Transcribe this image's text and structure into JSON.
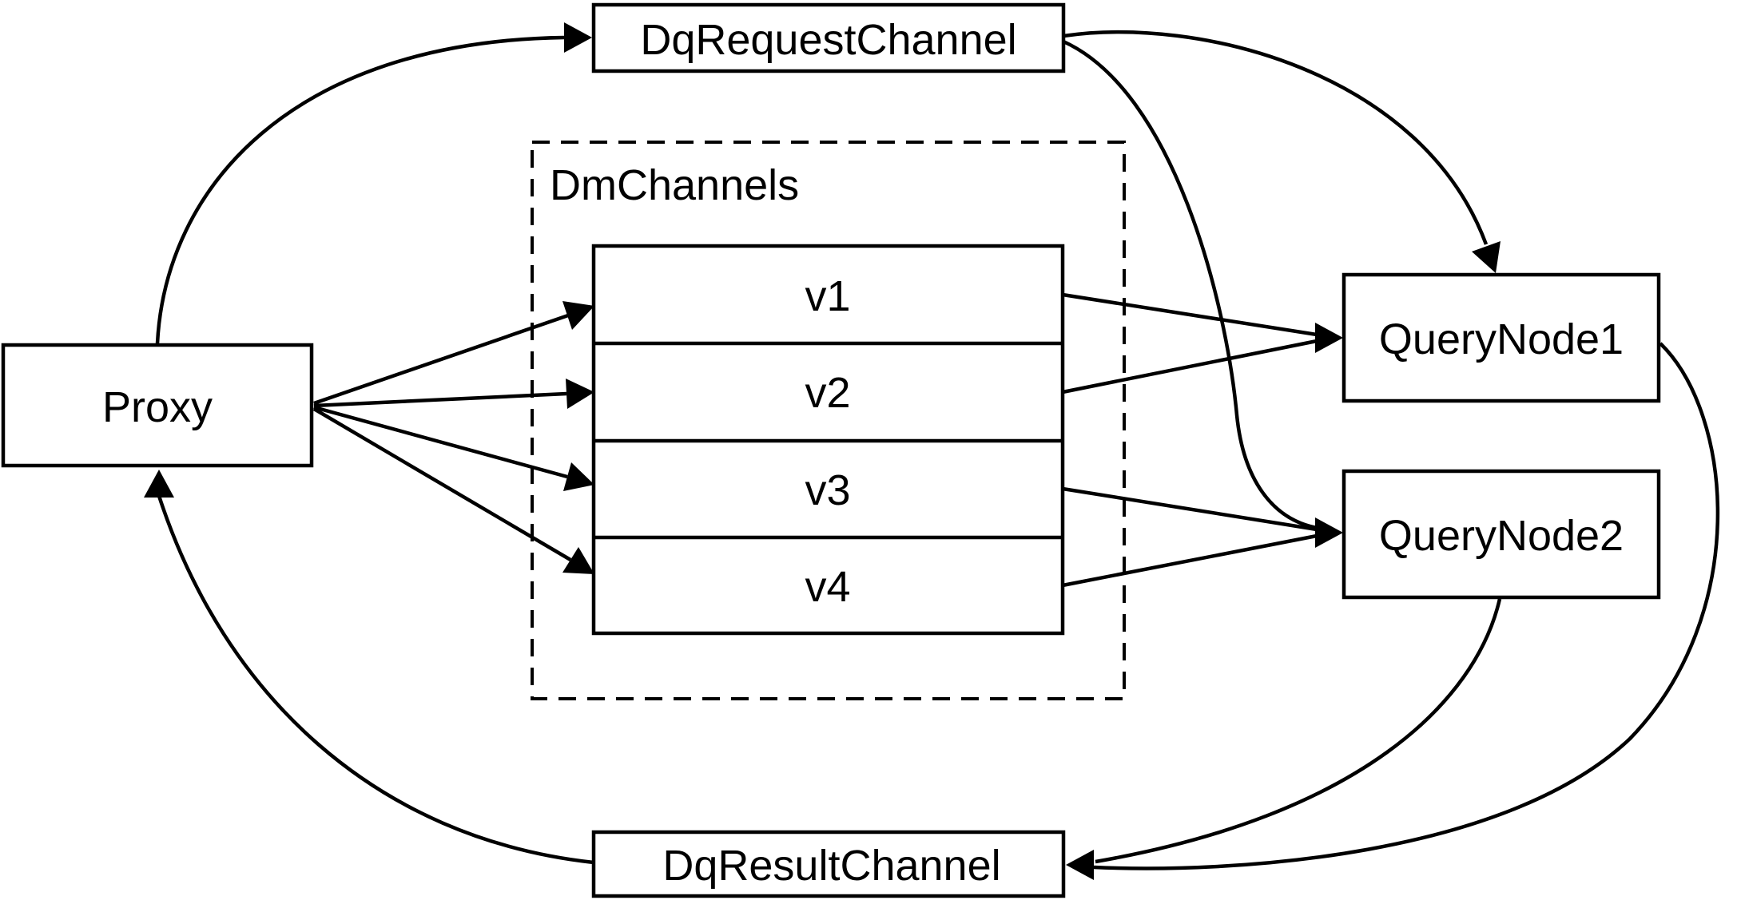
{
  "diagram": {
    "colors": {
      "stroke": "#000000",
      "background": "#ffffff"
    },
    "nodes": {
      "proxy": {
        "label": "Proxy"
      },
      "dq_request_channel": {
        "label": "DqRequestChannel"
      },
      "dm_channels_group": {
        "label": "DmChannels"
      },
      "channels": [
        "v1",
        "v2",
        "v3",
        "v4"
      ],
      "query_node1": {
        "label": "QueryNode1"
      },
      "query_node2": {
        "label": "QueryNode2"
      },
      "dq_result_channel": {
        "label": "DqResultChannel"
      }
    },
    "edges": [
      {
        "from": "Proxy",
        "to": "DqRequestChannel"
      },
      {
        "from": "Proxy",
        "to": "v1"
      },
      {
        "from": "Proxy",
        "to": "v2"
      },
      {
        "from": "Proxy",
        "to": "v3"
      },
      {
        "from": "Proxy",
        "to": "v4"
      },
      {
        "from": "v1",
        "to": "QueryNode1"
      },
      {
        "from": "v2",
        "to": "QueryNode1"
      },
      {
        "from": "v3",
        "to": "QueryNode2"
      },
      {
        "from": "v4",
        "to": "QueryNode2"
      },
      {
        "from": "DqRequestChannel",
        "to": "QueryNode1"
      },
      {
        "from": "DqRequestChannel",
        "to": "QueryNode2"
      },
      {
        "from": "QueryNode1",
        "to": "DqResultChannel"
      },
      {
        "from": "QueryNode2",
        "to": "DqResultChannel"
      },
      {
        "from": "DqResultChannel",
        "to": "Proxy"
      }
    ]
  }
}
